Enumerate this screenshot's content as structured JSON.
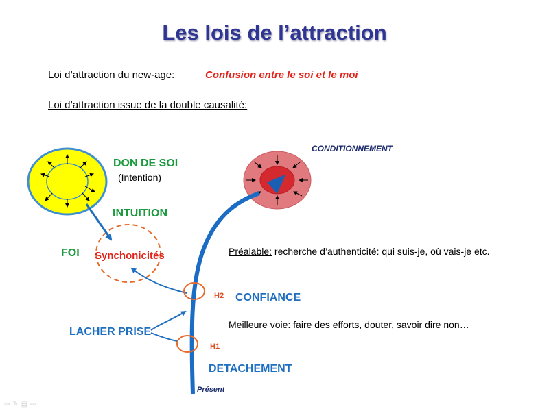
{
  "title": "Les lois de l’attraction",
  "line1": {
    "label": "Loi d’attraction du new-age:",
    "value": "Confusion entre le soi et le moi"
  },
  "line2": {
    "label": "Loi d’attraction issue de la double causalité:"
  },
  "diagram": {
    "don_de_soi": "DON DE SOI",
    "intention": "(Intention)",
    "intuition": "INTUITION",
    "foi": "FOI",
    "synchonicites": "Synchonicités",
    "conditionnement": "CONDITIONNEMENT",
    "prealable_label": "Préalable:",
    "prealable_text": " recherche d’authenticité: qui suis-je, où vais-je etc.",
    "h2": "H2",
    "confiance": "CONFIANCE",
    "meilleure_label": "Meilleure voie:",
    "meilleure_text": " faire des efforts, douter, savoir dire non…",
    "lacher_prise": "LACHER PRISE",
    "h1": "H1",
    "detachement": "DETACHEMENT",
    "present": "Présent"
  },
  "nav": {
    "icons": [
      "back-arrow-icon",
      "pen-icon",
      "menu-icon",
      "forward-arrow-icon"
    ]
  },
  "colors": {
    "title": "#2f3593",
    "accent_red": "#e2231a",
    "green": "#1a9a3c",
    "blue": "#1f6fc0",
    "orange": "#e04a1f"
  }
}
